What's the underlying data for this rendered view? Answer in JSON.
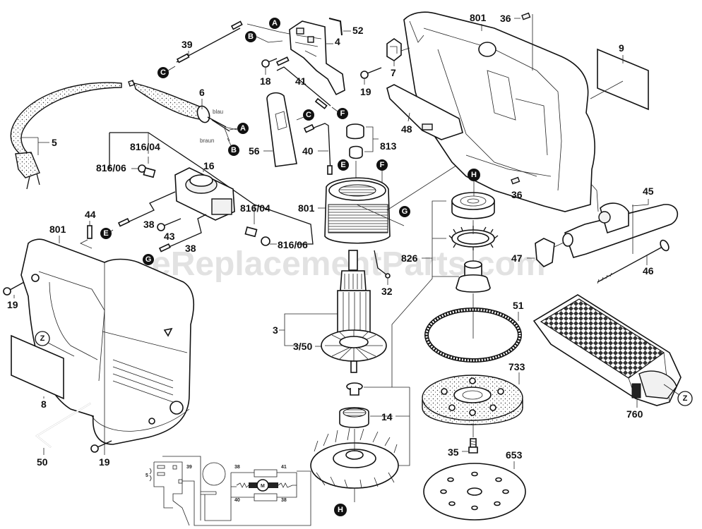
{
  "diagram": {
    "title": "Random orbit sander exploded parts diagram",
    "watermark": "eReplacementParts.com",
    "wire_colors": {
      "blue": "blau",
      "brown": "braun"
    },
    "part_labels": {
      "p39_top": "39",
      "p52": "52",
      "p4": "4",
      "p18": "18",
      "p41": "41",
      "p6": "6",
      "p5": "5",
      "p816_04_top": "816/04",
      "p816_06_top": "816/06",
      "p16": "16",
      "p56": "56",
      "p40": "40",
      "p813": "813",
      "p801_motor": "801",
      "p816_04_bot": "816/04",
      "p816_06_bot": "816/06",
      "p44": "44",
      "p801_left": "801",
      "p38_a": "38",
      "p43": "43",
      "p38_b": "38",
      "p19_left": "19",
      "p8": "8",
      "p50": "50",
      "p19_bottom": "19",
      "p32": "32",
      "p3": "3",
      "p3_50": "3/50",
      "p14": "14",
      "p7": "7",
      "p19_top": "19",
      "p48": "48",
      "p801_top": "801",
      "p36_top": "36",
      "p9": "9",
      "p36_mid": "36",
      "p826": "826",
      "p51": "51",
      "p733": "733",
      "p35": "35",
      "p653": "653",
      "p45": "45",
      "p47": "47",
      "p46": "46",
      "p760": "760"
    },
    "connectors": {
      "A": "A",
      "B": "B",
      "C": "C",
      "E": "E",
      "F": "F",
      "G": "G",
      "H": "H",
      "Z": "Z"
    },
    "schematic": {
      "labels": {
        "s5": "5",
        "s39": "39",
        "s38": "38",
        "s41": "41",
        "s40": "40",
        "s38b": "38",
        "motor": "M"
      }
    },
    "icons": {
      "connector_marker": "filled-circle-letter",
      "reference_marker": "open-circle-letter"
    }
  }
}
